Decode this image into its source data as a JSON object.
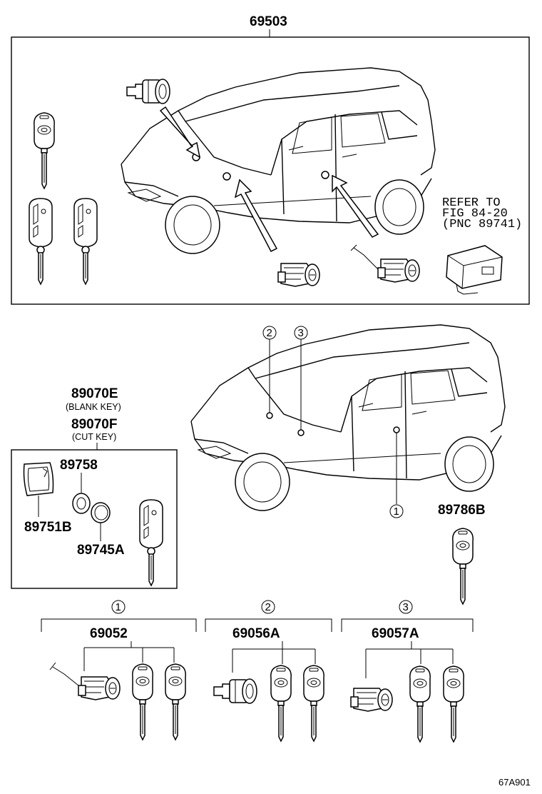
{
  "labels": {
    "top_assembly": "69503",
    "refer_line1": "REFER TO",
    "refer_line2": "FIG 84-20",
    "refer_line3": "(PNC 89741)",
    "key_blank_part": "89070E",
    "key_blank_desc": "(BLANK KEY)",
    "key_cut_part": "89070F",
    "key_cut_desc": "(CUT KEY)",
    "part_89758": "89758",
    "part_89751b": "89751B",
    "part_89745a": "89745A",
    "part_89786b": "89786B",
    "set_1_part": "69052",
    "set_2_part": "69056A",
    "set_3_part": "69057A",
    "callout_1": "1",
    "callout_2": "2",
    "callout_3": "3",
    "figure_code": "67A901"
  }
}
